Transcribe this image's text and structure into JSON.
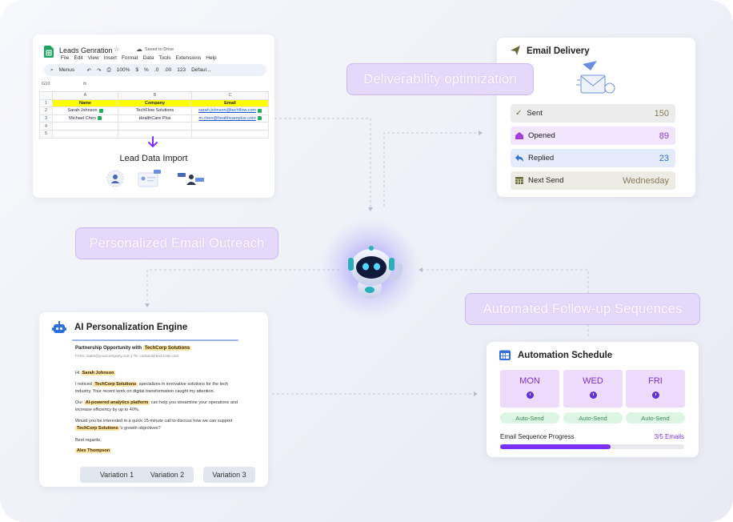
{
  "labels": {
    "deliverability": "Deliverability optimization",
    "personalized": "Personalized Email Outreach",
    "followup": "Automated Follow-up Sequences"
  },
  "sheet": {
    "title": "Leads Genration",
    "saved": "Saved to Drive",
    "menu": [
      "File",
      "Edit",
      "View",
      "Insert",
      "Format",
      "Data",
      "Tools",
      "Extensions",
      "Help"
    ],
    "search": "Menus",
    "zoom": "100%",
    "font": "Defaul...",
    "toolbar_symbols": [
      "$",
      "%",
      ".0",
      ".00",
      "123"
    ],
    "cell_ref": "G10",
    "fx": "fx",
    "col_letters": [
      "A",
      "B",
      "C"
    ],
    "headers": [
      "Name",
      "Company",
      "Email"
    ],
    "rows": [
      [
        "Sarah Johnson",
        "TechFlow Solutions",
        "sarah.johnson@techflow.com"
      ],
      [
        "Michael Chen",
        "HealthCare Plus",
        "m.chen@healthcareplus.com"
      ]
    ],
    "row_numbers": [
      "1",
      "2",
      "3",
      "4",
      "5"
    ],
    "import_label": "Lead Data Import"
  },
  "delivery": {
    "title": "Email Delivery",
    "rows": [
      {
        "label": "Sent",
        "value": "150",
        "color": "#8a7a5a",
        "bg": "#ececec"
      },
      {
        "label": "Opened",
        "value": "89",
        "color": "#8e3fd9",
        "bg": "#f1e6fd"
      },
      {
        "label": "Replied",
        "value": "23",
        "color": "#2d6fdc",
        "bg": "#e4ecfb"
      },
      {
        "label": "Next Send",
        "value": "Wednesday",
        "color": "#8a7a5a",
        "bg": "#ecebe4"
      }
    ]
  },
  "engine": {
    "title": "AI Personalization Engine",
    "subject_prefix": "Partnership Opportunity with",
    "subject_company": "TechCorp Solutions",
    "meta": "From: sales@yourcompany.com | To: contact@techcorp.com",
    "hi": "Hi",
    "name": "Sarah Johnson",
    "p1_a": "I noticed",
    "p1_company": "TechCorp Solutions",
    "p1_b": "specializes in innovative solutions for the tech industry. Your recent work on digital transformation caught my attention.",
    "p2_a": "Our",
    "p2_platform": "AI-powered analytics platform",
    "p2_b": "can help you streamline your operations and increase efficiency by up to 40%.",
    "p3_a": "Would you be interested in a quick 15-minute call to discuss how we can support",
    "p3_company": "TechCorp Solutions",
    "p3_b": "'s growth objectives?",
    "regards": "Best regards,",
    "signer": "Alex Thompson",
    "variations": [
      "Variation 1",
      "Variation 2",
      "Variation 3"
    ]
  },
  "schedule": {
    "title": "Automation Schedule",
    "days": [
      "MON",
      "WED",
      "FRI"
    ],
    "auto": "Auto-Send",
    "progress_label": "Email Sequence Progress",
    "progress_text": "3/5 Emails",
    "progress": 0.6
  },
  "colors": {
    "accent": "#7b2ff7",
    "label_pill": "#e4d8fb",
    "highlight": "#fde4a8"
  },
  "icons": [
    "sheets-icon",
    "arrow-down-icon",
    "paper-plane-icon",
    "robot-icon",
    "calendar-icon",
    "check-icon",
    "envelope-open-icon",
    "reply-icon",
    "calendar-grid-icon",
    "clock-icon"
  ]
}
